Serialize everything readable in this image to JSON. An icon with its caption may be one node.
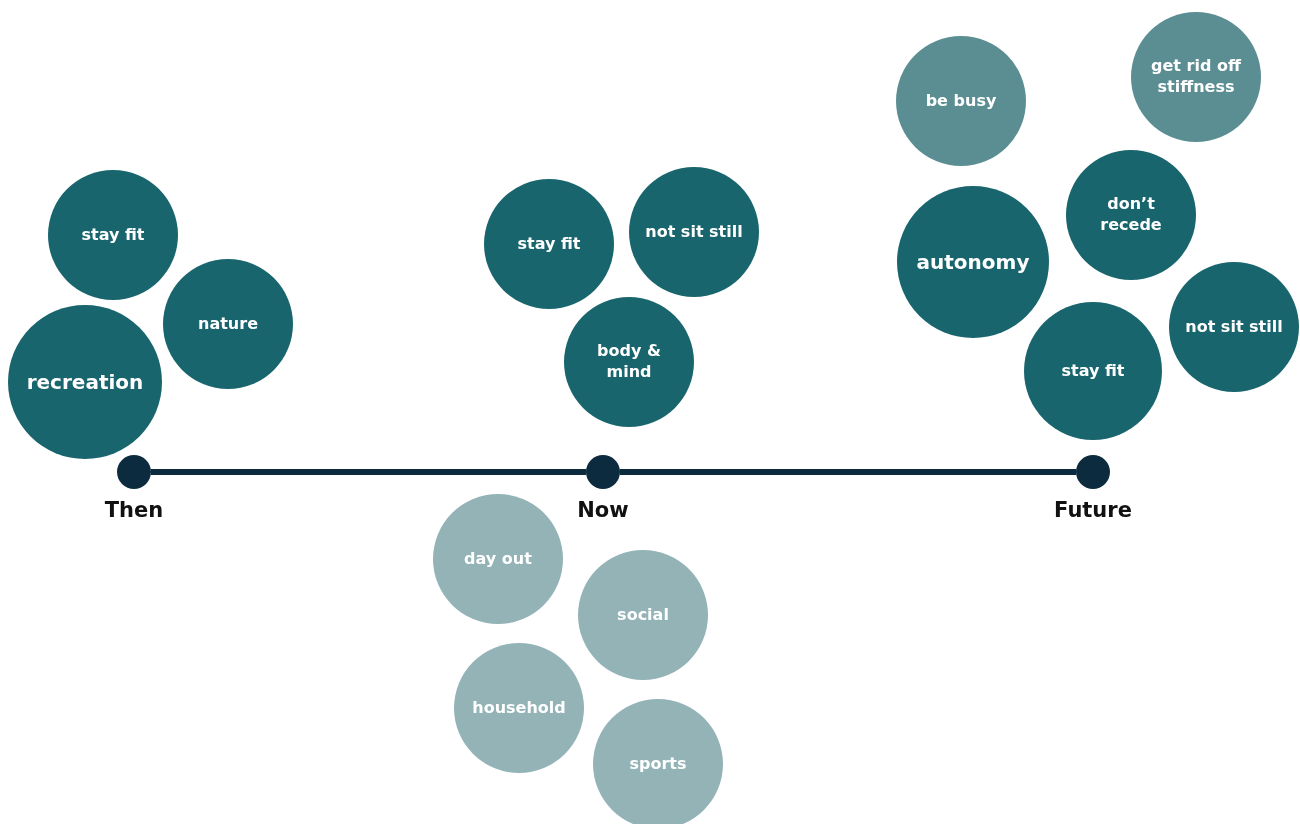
{
  "diagram": {
    "nodes": [
      {
        "text": [
          "stay fit"
        ]
      },
      {
        "text": [
          "nature"
        ]
      },
      {
        "text": [
          "recreation"
        ]
      },
      {
        "text": [
          "stay fit"
        ]
      },
      {
        "text": [
          "not sit still"
        ]
      },
      {
        "text": [
          "body & mind"
        ]
      },
      {
        "text": [
          "be busy"
        ]
      },
      {
        "text": [
          "get rid off stiffness"
        ]
      },
      {
        "text": [
          "autonomy"
        ]
      },
      {
        "text": [
          "don’t recede"
        ]
      },
      {
        "text": [
          "not sit still"
        ]
      },
      {
        "text": [
          "stay fit"
        ]
      },
      {
        "text": [
          "day out"
        ]
      },
      {
        "text": [
          "social"
        ]
      },
      {
        "text": [
          "household"
        ]
      },
      {
        "text": [
          "sports"
        ]
      },
      {
        "text": [],
        "shape": "circle",
        "beside": [
          "Then"
        ]
      },
      {
        "text": [],
        "shape": "circle",
        "beside": [
          "Now"
        ]
      },
      {
        "text": [],
        "shape": "circle",
        "beside": [
          "Future"
        ]
      }
    ],
    "edges": [
      {
        "from": 16,
        "to": 17,
        "arrow": "none"
      },
      {
        "from": 17,
        "to": 18,
        "arrow": "none"
      }
    ]
  }
}
